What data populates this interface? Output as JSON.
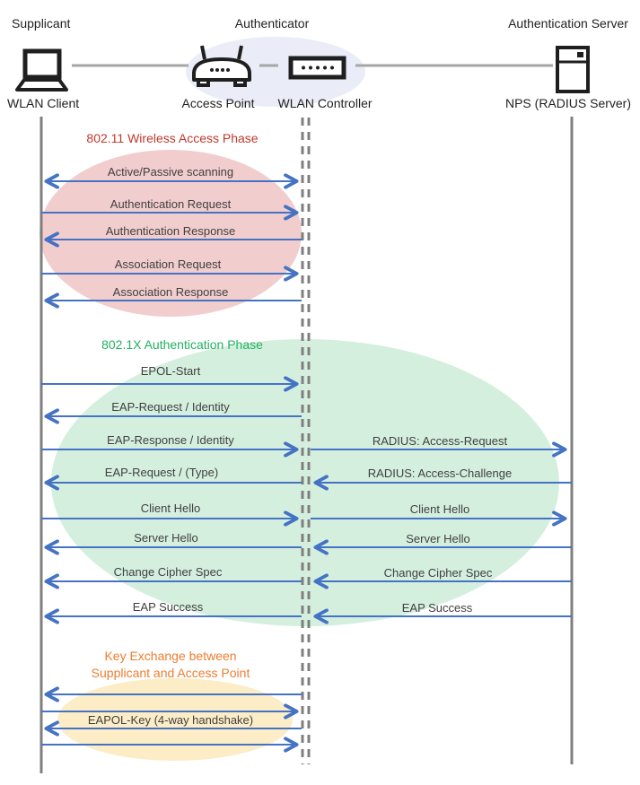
{
  "actors": {
    "supplicant": {
      "role": "Supplicant",
      "device": "WLAN Client"
    },
    "authenticator": {
      "role": "Authenticator",
      "access_point": "Access Point",
      "wlan_controller": "WLAN Controller"
    },
    "server": {
      "role": "Authentication Server",
      "device": "NPS (RADIUS Server)"
    }
  },
  "phases": {
    "wireless_access": {
      "label": "802.11 Wireless Access Phase",
      "color": "#c0392b",
      "ellipse_color": "#f2cdcd"
    },
    "authentication": {
      "label": "802.1X Authentication Phase",
      "color": "#21b161",
      "ellipse_color": "#d5efdf"
    },
    "key_exchange": {
      "label_line1": "Key Exchange between",
      "label_line2": "Supplicant and Access Point",
      "color": "#ed7d31",
      "ellipse_color": "#fcedc6"
    }
  },
  "messages": {
    "scanning": "Active/Passive scanning",
    "auth_request": "Authentication Request",
    "auth_response": "Authentication Response",
    "assoc_request": "Association Request",
    "assoc_response": "Association Response",
    "epol_start": "EPOL-Start",
    "eap_request_identity": "EAP-Request / Identity",
    "eap_response_identity": "EAP-Response / Identity",
    "radius_access_request": "RADIUS: Access-Request",
    "eap_request_type": "EAP-Request / (Type)",
    "radius_access_challenge": "RADIUS: Access-Challenge",
    "client_hello": "Client Hello",
    "server_hello": "Server Hello",
    "change_cipher_spec": "Change Cipher Spec",
    "eap_success": "EAP Success",
    "eapol_key": "EAPOL-Key (4-way handshake)"
  },
  "colors": {
    "arrow_blue": "#4573c4",
    "lifeline_gray": "#7f7f7f",
    "connector_gray": "#a6a6a6",
    "authenticator_ellipse": "#eaedf8",
    "message_text": "#3f3f3f"
  }
}
